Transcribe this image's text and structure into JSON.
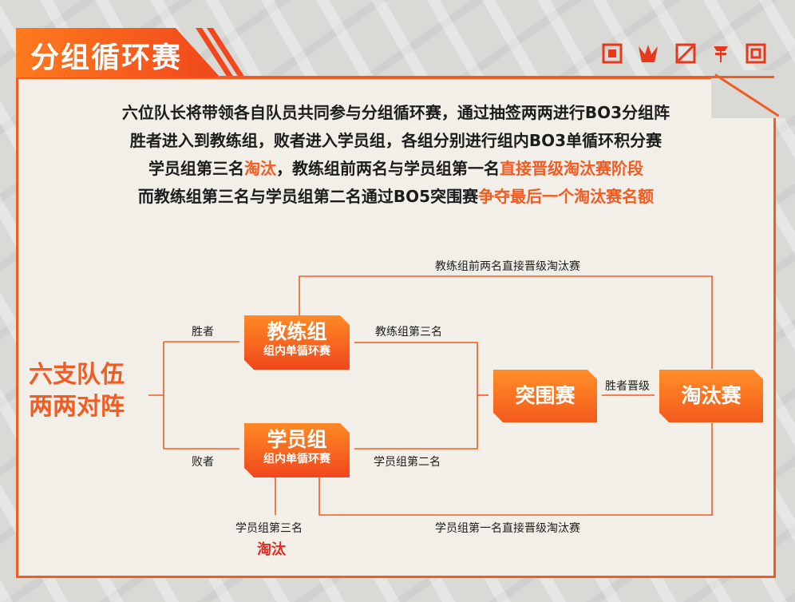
{
  "header": {
    "title": "分组循环赛"
  },
  "intro": {
    "line1": "六位队长将带领各自队员共同参与分组循环赛，通过抽签两两进行BO3分组阵",
    "line2": "胜者进入到教练组，败者进入学员组，各组分别进行组内BO3单循环积分赛",
    "line3a": "学员组第三名",
    "line3b": "淘汰",
    "line3c": "，教练组前两名与学员组第一名",
    "line3d": "直接晋级淘汰赛阶段",
    "line4a": "而教练组第三名与学员组第二名通过BO5突围赛",
    "line4b": "争夺最后一个淘汰赛名额"
  },
  "diagram": {
    "start": {
      "line1": "六支队伍",
      "line2": "两两对阵"
    },
    "winner_label": "胜者",
    "loser_label": "败者",
    "coach_group": {
      "title": "教练组",
      "subtitle": "组内单循环赛"
    },
    "student_group": {
      "title": "学员组",
      "subtitle": "组内单循环赛"
    },
    "coach_top2_label": "教练组前两名直接晋级淘汰赛",
    "coach_third_label": "教练组第三名",
    "student_second_label": "学员组第二名",
    "student_first_label": "学员组第一名直接晋级淘汰赛",
    "student_third_label": "学员组第三名",
    "eliminated_label": "淘汰",
    "breakout": "突围赛",
    "winner_advance_label": "胜者晋级",
    "knockout": "淘汰赛"
  },
  "colors": {
    "accent": "#f25b22",
    "highlight_red": "#e82a1d",
    "panel_bg": "#f1efe8",
    "page_bg": "#d9d9d6"
  }
}
